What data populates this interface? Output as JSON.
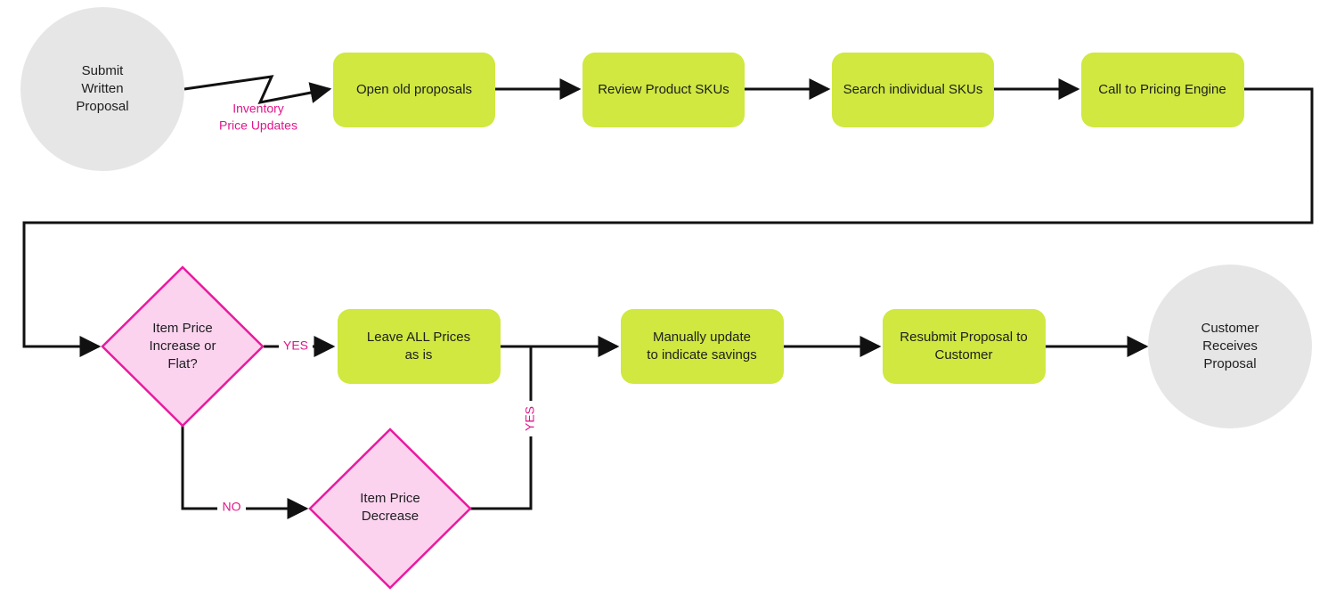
{
  "colors": {
    "process_fill": "#d0e840",
    "terminal_fill": "#e6e6e6",
    "decision_fill": "#fbd3ef",
    "decision_stroke": "#ea1a9f",
    "edge_label": "#e0168c",
    "connector": "#111111"
  },
  "nodes": {
    "submit": [
      "Submit",
      "Written",
      "Proposal"
    ],
    "open_old": [
      "Open old proposals"
    ],
    "review_skus": [
      "Review Product SKUs"
    ],
    "search_skus": [
      "Search individual SKUs"
    ],
    "pricing_engine": [
      "Call to Pricing Engine"
    ],
    "decision_increase": [
      "Item Price",
      "Increase or",
      "Flat?"
    ],
    "leave_prices": [
      "Leave ALL Prices",
      "as is"
    ],
    "manual_update": [
      "Manually update",
      "to indicate savings"
    ],
    "resubmit": [
      "Resubmit Proposal to",
      "Customer"
    ],
    "customer_receives": [
      "Customer",
      "Receives",
      "Proposal"
    ],
    "decision_decrease": [
      "Item Price",
      "Decrease"
    ]
  },
  "edge_labels": {
    "inventory": [
      "Inventory",
      "Price Updates"
    ],
    "yes_top": "YES",
    "yes_vertical": "YES",
    "no": "NO"
  }
}
